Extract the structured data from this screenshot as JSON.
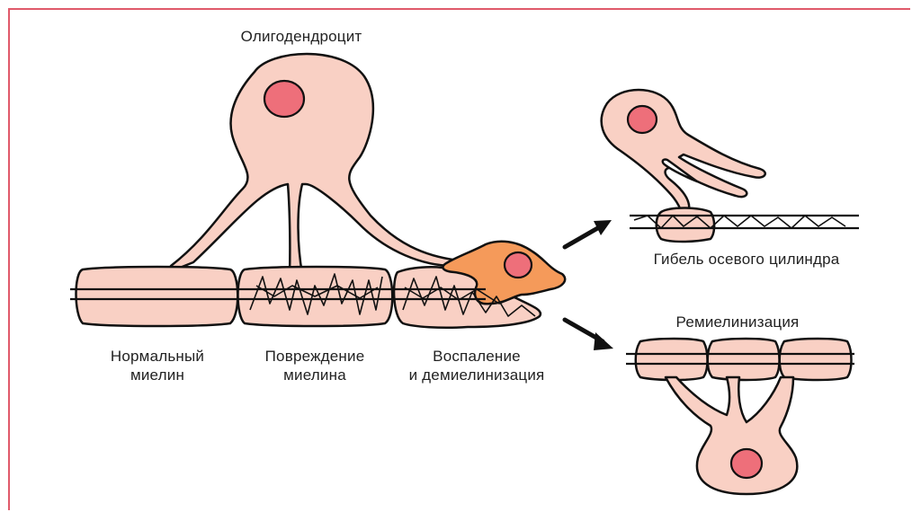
{
  "labels": {
    "oligodendrocyte": "Олигодендроцит",
    "normal_line1": "Нормальный",
    "normal_line2": "миелин",
    "damage_line1": "Повреждение",
    "damage_line2": "миелина",
    "inflam_line1": "Воспаление",
    "inflam_line2": "и демиелинизация",
    "axon_death": "Гибель осевого цилиндра",
    "remyelination": "Ремиелинизация"
  },
  "colors": {
    "frame": "#e05a6a",
    "cell_fill": "#f9d0c4",
    "nucleus_fill": "#ee6f7a",
    "macrophage_fill": "#f59a5a",
    "outline": "#111111"
  }
}
